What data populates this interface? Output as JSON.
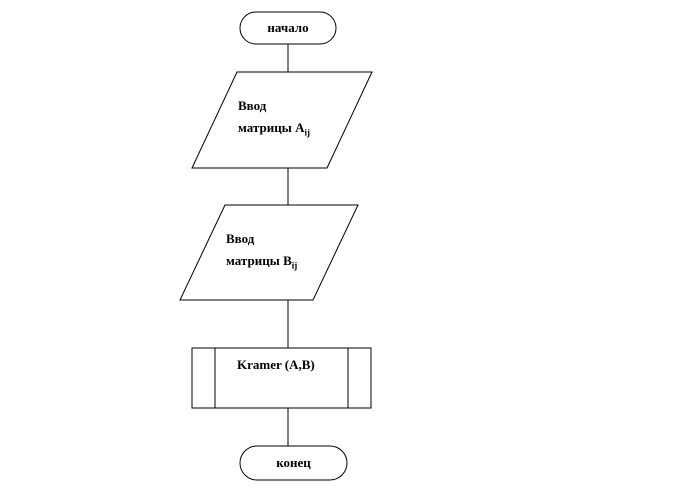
{
  "flowchart": {
    "start": {
      "label": "начало"
    },
    "input_a": {
      "line1": "Ввод",
      "line2": "матрицы A",
      "subscript": "ij"
    },
    "input_b": {
      "line1": "Ввод",
      "line2": "матрицы B",
      "subscript": "ij"
    },
    "process": {
      "label": "Kramer (A,B)"
    },
    "end": {
      "label": "конец"
    }
  }
}
